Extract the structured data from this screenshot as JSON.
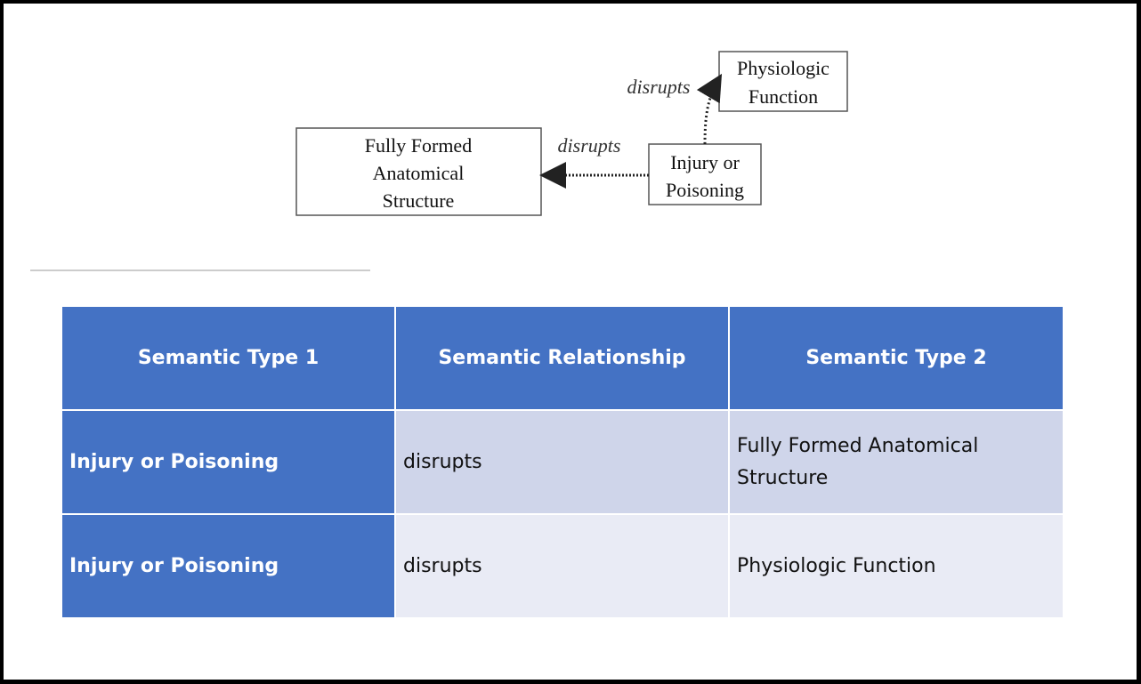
{
  "diagram": {
    "nodes": {
      "anatomical": [
        "Fully Formed",
        "Anatomical",
        "Structure"
      ],
      "injury": [
        "Injury or",
        "Poisoning"
      ],
      "physiologic": [
        "Physiologic",
        "Function"
      ]
    },
    "edges": {
      "injury_to_anatomical": "disrupts",
      "injury_to_physiologic": "disrupts"
    }
  },
  "table": {
    "headers": [
      "Semantic Type 1",
      "Semantic Relationship",
      "Semantic Type 2"
    ],
    "rows": [
      [
        "Injury or Poisoning",
        "disrupts",
        "Fully Formed Anatomical Structure"
      ],
      [
        "Injury or Poisoning",
        "disrupts",
        "Physiologic Function"
      ]
    ]
  }
}
